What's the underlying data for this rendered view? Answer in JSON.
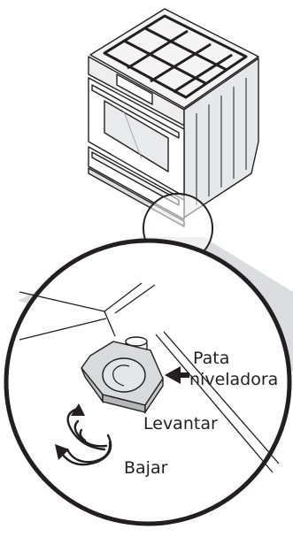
{
  "labels": {
    "leveling_leg_line1": "Pata",
    "leveling_leg_line2": "niveladora",
    "raise": "Levantar",
    "lower": "Bajar"
  },
  "colors": {
    "ink": "#231f20",
    "shade": "#cfd1d3",
    "leg_fill": "#d9dadb"
  },
  "icons": [
    "range-illustration",
    "magnifier-circle",
    "leveling-leg",
    "pointer-arrow",
    "rotation-arrows"
  ]
}
